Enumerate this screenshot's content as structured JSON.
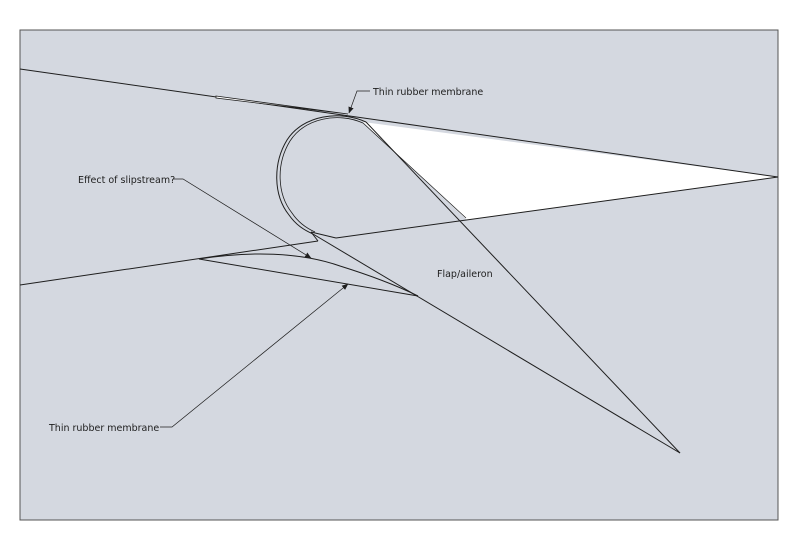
{
  "labels": {
    "top_membrane": "Thin rubber membrane",
    "slipstream": "Effect of slipstream?",
    "flap": "Flap/aileron",
    "bottom_membrane": "Thin rubber membrane"
  },
  "colors": {
    "canvas_background": "#d4d8e0",
    "wing_fill": "#ffffff",
    "line": "#1e1e1e",
    "frame_border": "#555555"
  }
}
